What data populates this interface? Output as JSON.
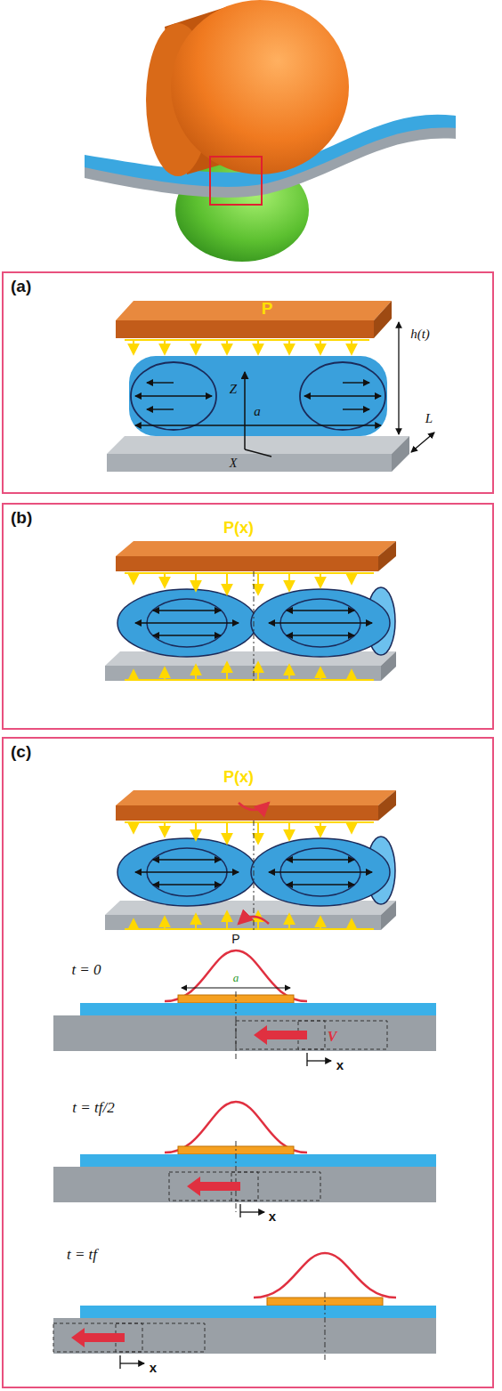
{
  "diagram": {
    "nodes": [
      {
        "text": [
          "(a)"
        ]
      },
      {
        "text": [
          "(b)"
        ]
      },
      {
        "text": [
          "(c)"
        ]
      }
    ],
    "labels": [
      "P",
      "h(t)",
      "L",
      "Z",
      "a",
      "X",
      "P(x)",
      "P(x)",
      "t = 0",
      "P",
      "a",
      "V",
      "x",
      "t = tf/2",
      "x",
      "t = tf",
      "x"
    ]
  }
}
